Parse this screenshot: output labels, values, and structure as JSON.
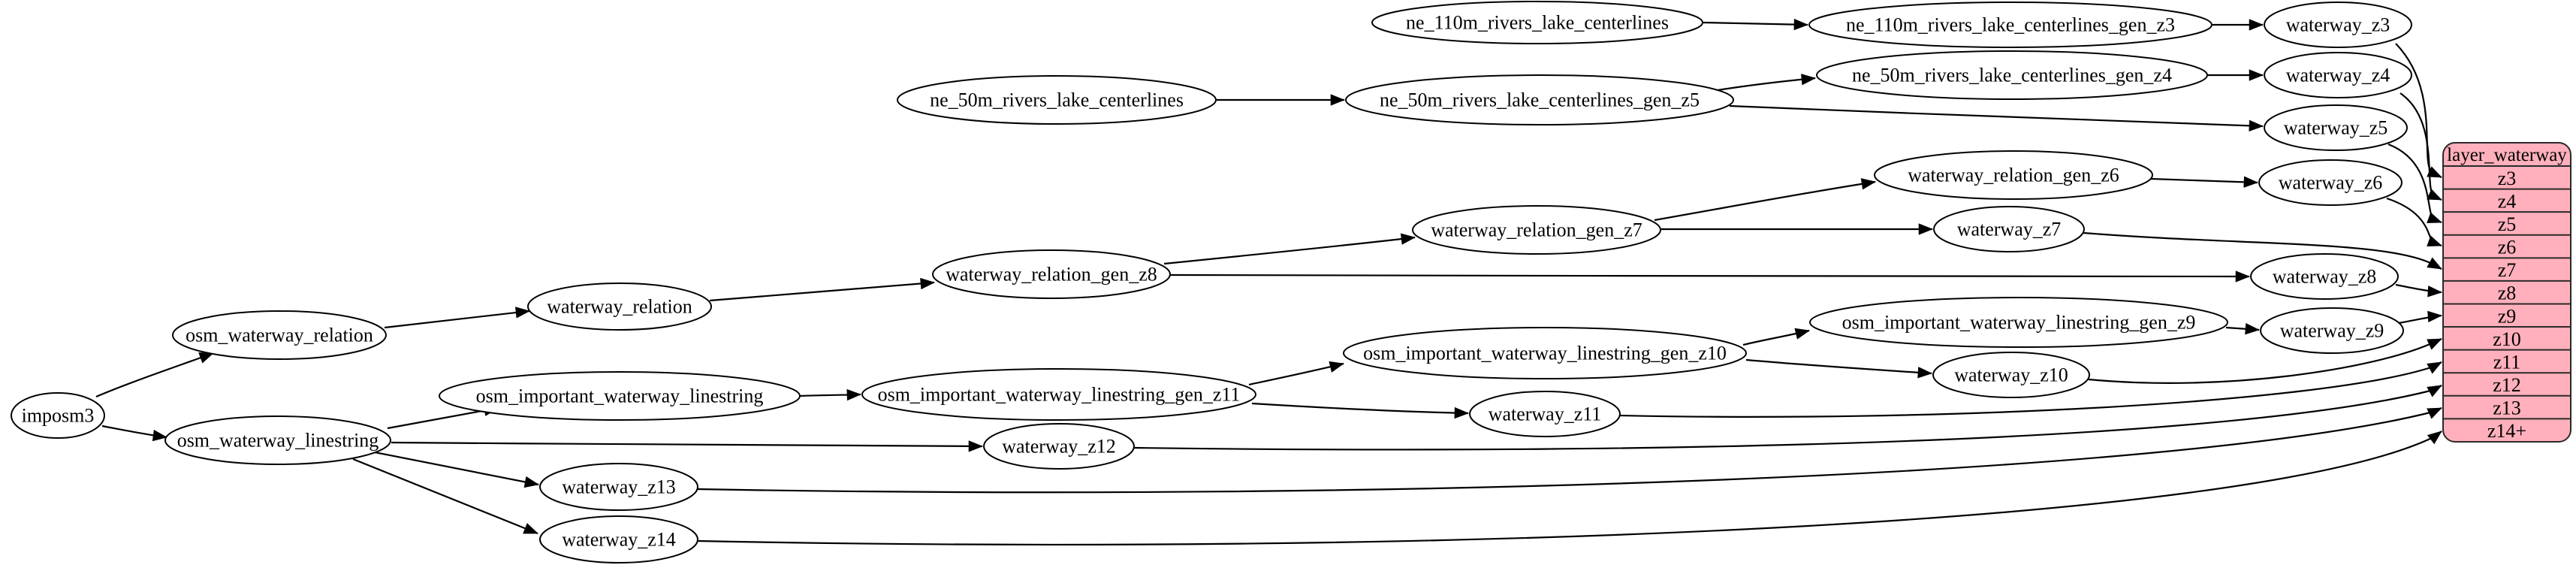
{
  "diagram": {
    "colors": {
      "node_fill": "#ffffff",
      "node_stroke": "#000000",
      "edge_color": "#000000",
      "table_fill": "#ffb0bc",
      "table_stroke": "#2a2a2a",
      "text_color": "#000000"
    },
    "nodes": [
      {
        "id": "imposm3",
        "label": "imposm3"
      },
      {
        "id": "osm_waterway_relation",
        "label": "osm_waterway_relation"
      },
      {
        "id": "osm_waterway_linestring",
        "label": "osm_waterway_linestring"
      },
      {
        "id": "waterway_relation",
        "label": "waterway_relation"
      },
      {
        "id": "osm_important_waterway_linestring",
        "label": "osm_important_waterway_linestring"
      },
      {
        "id": "waterway_relation_gen_z8",
        "label": "waterway_relation_gen_z8"
      },
      {
        "id": "waterway_relation_gen_z7",
        "label": "waterway_relation_gen_z7"
      },
      {
        "id": "waterway_relation_gen_z6",
        "label": "waterway_relation_gen_z6"
      },
      {
        "id": "ne_110m_rivers_lake_centerlines",
        "label": "ne_110m_rivers_lake_centerlines"
      },
      {
        "id": "ne_110m_rivers_lake_centerlines_gen_z3",
        "label": "ne_110m_rivers_lake_centerlines_gen_z3"
      },
      {
        "id": "ne_50m_rivers_lake_centerlines",
        "label": "ne_50m_rivers_lake_centerlines"
      },
      {
        "id": "ne_50m_rivers_lake_centerlines_gen_z5",
        "label": "ne_50m_rivers_lake_centerlines_gen_z5"
      },
      {
        "id": "ne_50m_rivers_lake_centerlines_gen_z4",
        "label": "ne_50m_rivers_lake_centerlines_gen_z4"
      },
      {
        "id": "osm_important_waterway_linestring_gen_z11",
        "label": "osm_important_waterway_linestring_gen_z11"
      },
      {
        "id": "osm_important_waterway_linestring_gen_z10",
        "label": "osm_important_waterway_linestring_gen_z10"
      },
      {
        "id": "osm_important_waterway_linestring_gen_z9",
        "label": "osm_important_waterway_linestring_gen_z9"
      },
      {
        "id": "waterway_z3",
        "label": "waterway_z3"
      },
      {
        "id": "waterway_z4",
        "label": "waterway_z4"
      },
      {
        "id": "waterway_z5",
        "label": "waterway_z5"
      },
      {
        "id": "waterway_z6",
        "label": "waterway_z6"
      },
      {
        "id": "waterway_z7",
        "label": "waterway_z7"
      },
      {
        "id": "waterway_z8",
        "label": "waterway_z8"
      },
      {
        "id": "waterway_z9",
        "label": "waterway_z9"
      },
      {
        "id": "waterway_z10",
        "label": "waterway_z10"
      },
      {
        "id": "waterway_z11",
        "label": "waterway_z11"
      },
      {
        "id": "waterway_z12",
        "label": "waterway_z12"
      },
      {
        "id": "waterway_z13",
        "label": "waterway_z13"
      },
      {
        "id": "waterway_z14",
        "label": "waterway_z14"
      }
    ],
    "table": {
      "id": "layer_waterway",
      "title": "layer_waterway",
      "rows": [
        "z3",
        "z4",
        "z5",
        "z6",
        "z7",
        "z8",
        "z9",
        "z10",
        "z11",
        "z12",
        "z13",
        "z14+"
      ]
    },
    "edges": [
      {
        "from": "imposm3",
        "to": "osm_waterway_relation"
      },
      {
        "from": "imposm3",
        "to": "osm_waterway_linestring"
      },
      {
        "from": "osm_waterway_relation",
        "to": "waterway_relation"
      },
      {
        "from": "waterway_relation",
        "to": "waterway_relation_gen_z8"
      },
      {
        "from": "waterway_relation_gen_z8",
        "to": "waterway_relation_gen_z7"
      },
      {
        "from": "waterway_relation_gen_z8",
        "to": "waterway_z8"
      },
      {
        "from": "waterway_relation_gen_z7",
        "to": "waterway_relation_gen_z6"
      },
      {
        "from": "waterway_relation_gen_z7",
        "to": "waterway_z7"
      },
      {
        "from": "waterway_relation_gen_z6",
        "to": "waterway_z6"
      },
      {
        "from": "ne_110m_rivers_lake_centerlines",
        "to": "ne_110m_rivers_lake_centerlines_gen_z3"
      },
      {
        "from": "ne_110m_rivers_lake_centerlines_gen_z3",
        "to": "waterway_z3"
      },
      {
        "from": "ne_50m_rivers_lake_centerlines",
        "to": "ne_50m_rivers_lake_centerlines_gen_z5"
      },
      {
        "from": "ne_50m_rivers_lake_centerlines_gen_z5",
        "to": "ne_50m_rivers_lake_centerlines_gen_z4"
      },
      {
        "from": "ne_50m_rivers_lake_centerlines_gen_z5",
        "to": "waterway_z5"
      },
      {
        "from": "ne_50m_rivers_lake_centerlines_gen_z4",
        "to": "waterway_z4"
      },
      {
        "from": "osm_waterway_linestring",
        "to": "osm_important_waterway_linestring"
      },
      {
        "from": "osm_waterway_linestring",
        "to": "waterway_z12"
      },
      {
        "from": "osm_waterway_linestring",
        "to": "waterway_z13"
      },
      {
        "from": "osm_waterway_linestring",
        "to": "waterway_z14"
      },
      {
        "from": "osm_important_waterway_linestring",
        "to": "osm_important_waterway_linestring_gen_z11"
      },
      {
        "from": "osm_important_waterway_linestring_gen_z11",
        "to": "osm_important_waterway_linestring_gen_z10"
      },
      {
        "from": "osm_important_waterway_linestring_gen_z11",
        "to": "waterway_z11"
      },
      {
        "from": "osm_important_waterway_linestring_gen_z10",
        "to": "osm_important_waterway_linestring_gen_z9"
      },
      {
        "from": "osm_important_waterway_linestring_gen_z10",
        "to": "waterway_z10"
      },
      {
        "from": "osm_important_waterway_linestring_gen_z9",
        "to": "waterway_z9"
      },
      {
        "from": "waterway_z3",
        "to": "layer_waterway:z3"
      },
      {
        "from": "waterway_z4",
        "to": "layer_waterway:z4"
      },
      {
        "from": "waterway_z5",
        "to": "layer_waterway:z5"
      },
      {
        "from": "waterway_z6",
        "to": "layer_waterway:z6"
      },
      {
        "from": "waterway_z7",
        "to": "layer_waterway:z7"
      },
      {
        "from": "waterway_z8",
        "to": "layer_waterway:z8"
      },
      {
        "from": "waterway_z9",
        "to": "layer_waterway:z9"
      },
      {
        "from": "waterway_z10",
        "to": "layer_waterway:z10"
      },
      {
        "from": "waterway_z11",
        "to": "layer_waterway:z11"
      },
      {
        "from": "waterway_z12",
        "to": "layer_waterway:z12"
      },
      {
        "from": "waterway_z13",
        "to": "layer_waterway:z13"
      },
      {
        "from": "waterway_z14",
        "to": "layer_waterway:z14+"
      }
    ]
  }
}
